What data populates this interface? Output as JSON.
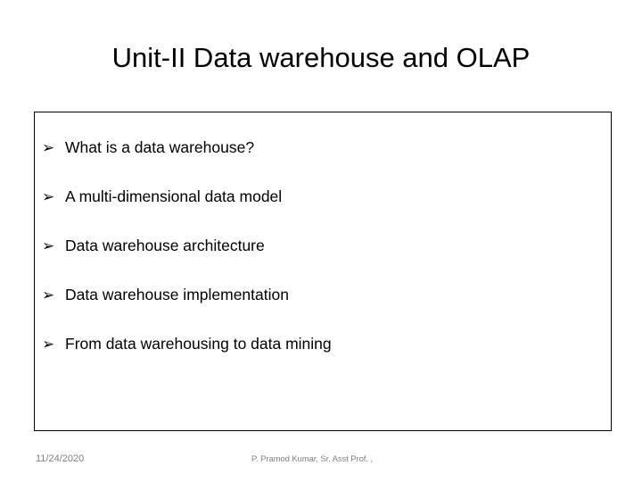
{
  "slide": {
    "title": "Unit-II Data warehouse and OLAP",
    "bullet_glyph": "➢",
    "bullet_glyph_name": "arrowhead-bullet",
    "items": [
      {
        "text": "What is a data warehouse?"
      },
      {
        "text": "A multi-dimensional data model"
      },
      {
        "text": "Data warehouse architecture"
      },
      {
        "text": "Data warehouse implementation"
      },
      {
        "text": "From data warehousing to data mining"
      }
    ]
  },
  "footer": {
    "date": "11/24/2020",
    "author": "P. Pramod Kumar, Sr. Asst Prof. ,"
  },
  "colors": {
    "text": "#000000",
    "footer_text": "#808080",
    "border": "#000000",
    "background": "#ffffff"
  }
}
